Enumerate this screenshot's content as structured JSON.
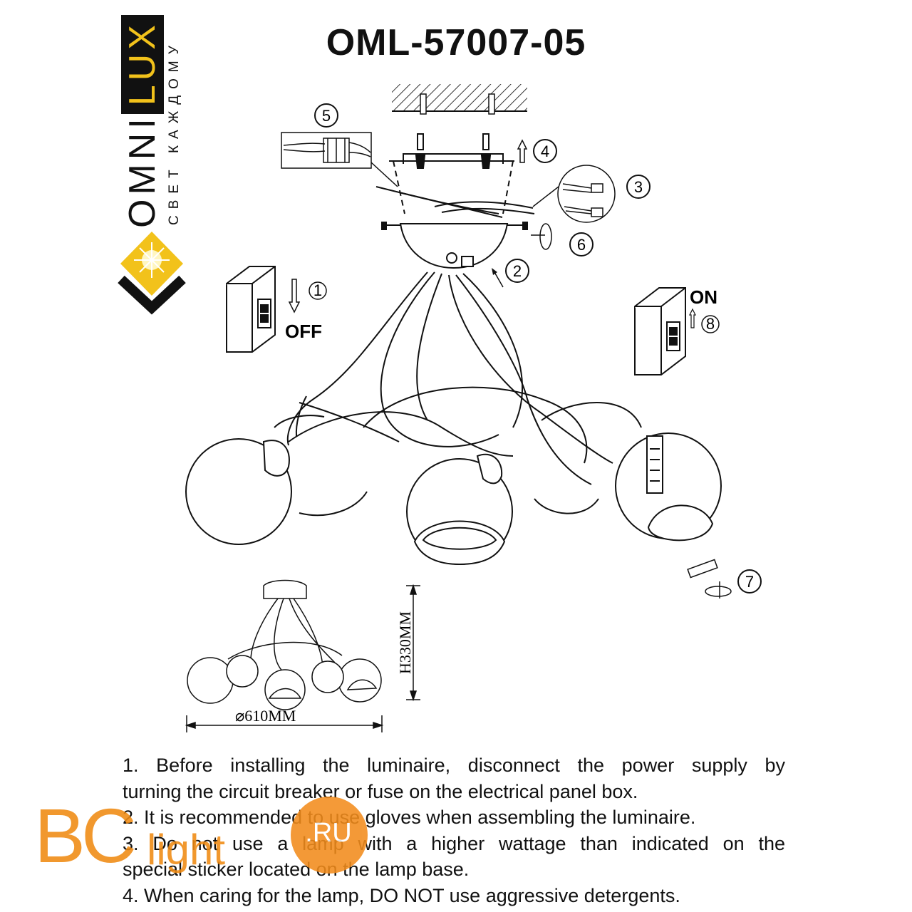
{
  "document": {
    "title": "OML-57007-05"
  },
  "brand": {
    "logo_omni": "OMNI",
    "logo_lux": "LUX",
    "tagline": "СВЕТ КАЖДОМУ",
    "accent_color": "#f2c21b"
  },
  "diagram": {
    "switch_off_label": "OFF",
    "switch_on_label": "ON",
    "steps": [
      "1",
      "2",
      "3",
      "4",
      "5",
      "6",
      "7",
      "8"
    ],
    "height_label": "H330MM",
    "diameter_label": "⌀610MM"
  },
  "instructions": [
    {
      "text": "1. Before installing the luminaire, disconnect the power supply by"
    },
    {
      "text": "turning the circuit breaker or fuse on the electrical panel box."
    },
    {
      "text": "2. It is recommended to use gloves when assembling the luminaire."
    },
    {
      "text": "3. Do not use a lamp with a higher wattage than indicated on the"
    },
    {
      "text": "special sticker located on the lamp base."
    },
    {
      "text": "4. When caring for the lamp, DO NOT use aggressive detergents."
    }
  ],
  "watermark": {
    "prefix": "BC",
    "word": "light",
    "suffix": ".RU",
    "color": "#f08a12"
  }
}
